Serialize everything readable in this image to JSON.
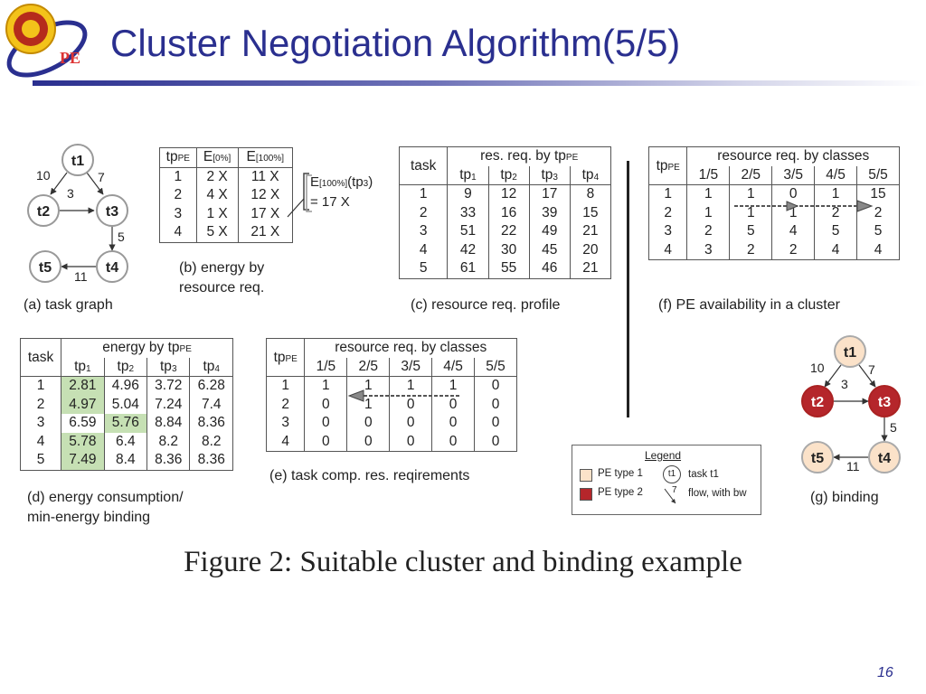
{
  "slide": {
    "title": "Cluster Negotiation Algorithm(5/5)",
    "page_number": "16",
    "logo_letters": "PE"
  },
  "figure_caption": "Figure 2: Suitable cluster and binding example",
  "graph_a": {
    "caption": "(a) task graph",
    "nodes": [
      "t1",
      "t2",
      "t3",
      "t4",
      "t5"
    ],
    "edges": [
      {
        "from": "t1",
        "to": "t2",
        "bw": "10"
      },
      {
        "from": "t1",
        "to": "t3",
        "bw": "7"
      },
      {
        "from": "t2",
        "to": "t3",
        "bw": "3"
      },
      {
        "from": "t3",
        "to": "t4",
        "bw": "5"
      },
      {
        "from": "t4",
        "to": "t5",
        "bw": "11"
      }
    ]
  },
  "table_b": {
    "caption_line1": "(b) energy by",
    "caption_line2": "resource req.",
    "head_tp": "tp",
    "head_tp_sub": "PE",
    "head_e0": "E",
    "head_e0_sub": "[0%]",
    "head_e100": "E",
    "head_e100_sub": "[100%]",
    "rows": [
      [
        "1",
        "2 X",
        "11 X"
      ],
      [
        "2",
        "4 X",
        "12 X"
      ],
      [
        "3",
        "1 X",
        "17 X"
      ],
      [
        "4",
        "5 X",
        "21 X"
      ]
    ],
    "annotation_e": "E",
    "annotation_sub": "[100%]",
    "annotation_arg": "(tp",
    "annotation_arg_sub": "3",
    "annotation_close": ")",
    "annotation_value": "= 17 X"
  },
  "table_c": {
    "caption": "(c) resource req. profile",
    "head_task": "task",
    "head_group": "res. req. by tp",
    "head_group_sub": "PE",
    "cols": [
      "tp",
      "tp",
      "tp",
      "tp"
    ],
    "col_subs": [
      "1",
      "2",
      "3",
      "4"
    ],
    "rows": [
      [
        "1",
        "9",
        "12",
        "17",
        "8"
      ],
      [
        "2",
        "33",
        "16",
        "39",
        "15"
      ],
      [
        "3",
        "51",
        "22",
        "49",
        "21"
      ],
      [
        "4",
        "42",
        "30",
        "45",
        "20"
      ],
      [
        "5",
        "61",
        "55",
        "46",
        "21"
      ]
    ]
  },
  "table_f": {
    "caption": "(f) PE availability in a cluster",
    "head_tp": "tp",
    "head_tp_sub": "PE",
    "head_group": "resource req. by classes",
    "cols": [
      "1/5",
      "2/5",
      "3/5",
      "4/5",
      "5/5"
    ],
    "rows": [
      [
        "1",
        "1",
        "1",
        "0",
        "1",
        "15"
      ],
      [
        "2",
        "1",
        "1",
        "1",
        "2",
        "2"
      ],
      [
        "3",
        "2",
        "5",
        "4",
        "5",
        "5"
      ],
      [
        "4",
        "3",
        "2",
        "2",
        "4",
        "4"
      ]
    ]
  },
  "table_d": {
    "caption_line1": "(d) energy consumption/",
    "caption_line2": "min-energy binding",
    "head_task": "task",
    "head_group": "energy by tp",
    "head_group_sub": "PE",
    "cols": [
      "tp",
      "tp",
      "tp",
      "tp"
    ],
    "col_subs": [
      "1",
      "2",
      "3",
      "4"
    ],
    "rows": [
      [
        "1",
        "2.81",
        "4.96",
        "3.72",
        "6.28"
      ],
      [
        "2",
        "4.97",
        "5.04",
        "7.24",
        "7.4"
      ],
      [
        "3",
        "6.59",
        "5.76",
        "8.84",
        "8.36"
      ],
      [
        "4",
        "5.78",
        "6.4",
        "8.2",
        "8.2"
      ],
      [
        "5",
        "7.49",
        "8.4",
        "8.36",
        "8.36"
      ]
    ],
    "highlight": [
      [
        0,
        1
      ],
      [
        1,
        1
      ],
      [
        2,
        2
      ],
      [
        3,
        1
      ],
      [
        4,
        1
      ]
    ],
    "highlight_color": "#c6e0b4"
  },
  "table_e": {
    "caption": "(e) task comp. res. reqirements",
    "head_tp": "tp",
    "head_tp_sub": "PE",
    "head_group": "resource req. by classes",
    "cols": [
      "1/5",
      "2/5",
      "3/5",
      "4/5",
      "5/5"
    ],
    "rows": [
      [
        "1",
        "1",
        "1",
        "1",
        "1",
        "0"
      ],
      [
        "2",
        "0",
        "1",
        "0",
        "0",
        "0"
      ],
      [
        "3",
        "0",
        "0",
        "0",
        "0",
        "0"
      ],
      [
        "4",
        "0",
        "0",
        "0",
        "0",
        "0"
      ]
    ]
  },
  "graph_g": {
    "caption": "(g) binding",
    "nodes": [
      {
        "id": "t1",
        "type": "1"
      },
      {
        "id": "t2",
        "type": "2"
      },
      {
        "id": "t3",
        "type": "2"
      },
      {
        "id": "t4",
        "type": "1"
      },
      {
        "id": "t5",
        "type": "1"
      }
    ],
    "edges": [
      {
        "from": "t1",
        "to": "t2",
        "bw": "10"
      },
      {
        "from": "t1",
        "to": "t3",
        "bw": "7"
      },
      {
        "from": "t2",
        "to": "t3",
        "bw": "3"
      },
      {
        "from": "t3",
        "to": "t4",
        "bw": "5"
      },
      {
        "from": "t4",
        "to": "t5",
        "bw": "11"
      }
    ],
    "pe_type1_color": "#fbe2c9",
    "pe_type2_color": "#b5262b"
  },
  "legend": {
    "title": "Legend",
    "pe_type1": "PE type 1",
    "pe_type2": "PE type 2",
    "task_symbol": "t1",
    "task_label": "task t1",
    "flow_symbol": "7",
    "flow_label": "flow, with bw"
  },
  "colors": {
    "title_blue": "#2a2f8f"
  }
}
